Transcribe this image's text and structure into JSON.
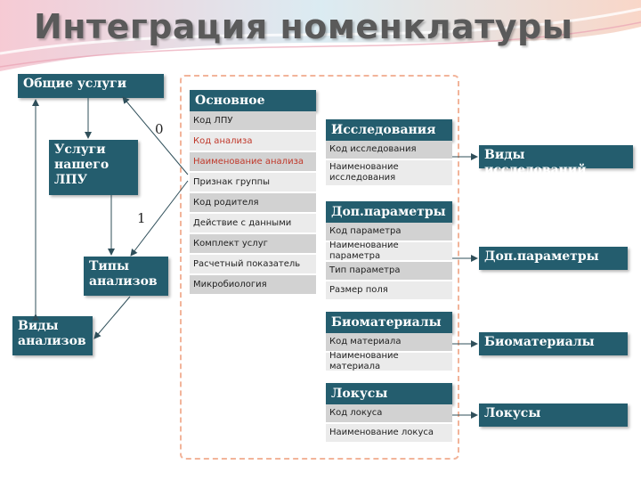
{
  "title": "Интеграция номенклатуры",
  "left_boxes": [
    {
      "id": "obschie",
      "label": "Общие услуги"
    },
    {
      "id": "uslugi",
      "label": "Услуги нашего ЛПУ"
    },
    {
      "id": "tipy",
      "label": "Типы анализов"
    },
    {
      "id": "vidy",
      "label": "Виды анализов"
    }
  ],
  "edge_labels": [
    "0",
    "1"
  ],
  "main_table": {
    "header": "Основное",
    "rows": [
      "Код ЛПУ",
      "Код анализа",
      "Наименование анализа",
      "Признак группы",
      "Код родителя",
      "Действие с данными",
      "Комплект услуг",
      "Расчетный показатель",
      "Микробиология"
    ],
    "highlighted_rows": [
      1,
      2
    ]
  },
  "tables": [
    {
      "header": "Исследования",
      "rows": [
        "Код исследования",
        "Наименование исследования"
      ]
    },
    {
      "header": "Доп.параметры",
      "rows": [
        "Код параметра",
        "Наименование параметра",
        "Тип параметра",
        "Размер поля"
      ]
    },
    {
      "header": "Биоматериалы",
      "rows": [
        "Код материала",
        "Наименование материала"
      ]
    },
    {
      "header": "Локусы",
      "rows": [
        "Код локуса",
        "Наименование локуса"
      ]
    }
  ],
  "right_boxes": [
    "Виды исследований",
    "Доп.параметры",
    "Биоматериалы",
    "Локусы"
  ],
  "colors": {
    "box": "#245d6e",
    "row_odd": "#d2d2d2",
    "row_even": "#ebebeb",
    "highlight_text": "#c0392b",
    "frame": "#f2b49a"
  }
}
